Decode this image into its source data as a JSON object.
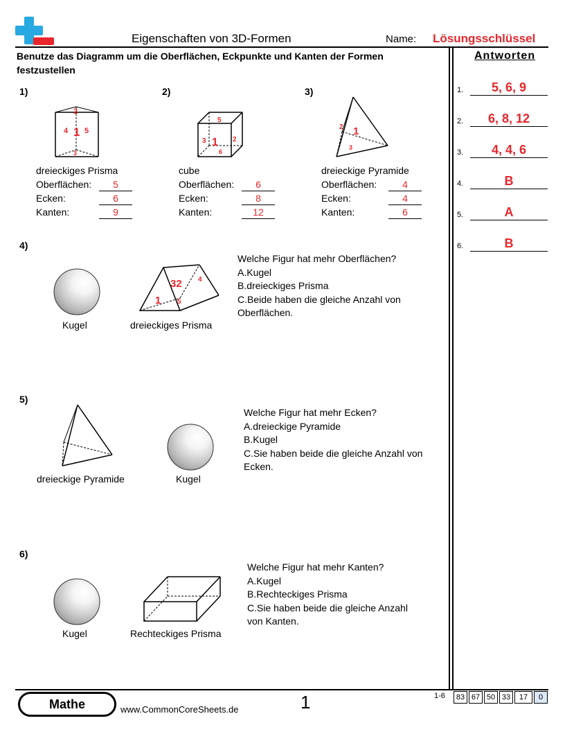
{
  "header": {
    "title": "Eigenschaften von 3D-Formen",
    "name_label": "Name:",
    "name_value": "Lösungsschlüssel"
  },
  "instructions": "Benutze das Diagramm um die Oberflächen, Eckpunkte und Kanten der Formen festzustellen",
  "problems_top": [
    {
      "num": "1)",
      "shape": "dreieckiges Prisma",
      "faces_label": "Oberflächen:",
      "faces": "5",
      "vertices_label": "Ecken:",
      "vertices": "6",
      "edges_label": "Kanten:",
      "edges": "9"
    },
    {
      "num": "2)",
      "shape": "cube",
      "faces_label": "Oberflächen:",
      "faces": "6",
      "vertices_label": "Ecken:",
      "vertices": "8",
      "edges_label": "Kanten:",
      "edges": "12"
    },
    {
      "num": "3)",
      "shape": "dreieckige Pyramide",
      "faces_label": "Oberflächen:",
      "faces": "4",
      "vertices_label": "Ecken:",
      "vertices": "4",
      "edges_label": "Kanten:",
      "edges": "6"
    }
  ],
  "problems_mc": [
    {
      "num": "4)",
      "left_shape": "Kugel",
      "right_shape": "dreieckiges Prisma",
      "question": "Welche Figur hat mehr Oberflächen?",
      "options": [
        "A.Kugel",
        "B.dreieckiges Prisma",
        "C.Beide haben die gleiche Anzahl von",
        "Oberflächen."
      ]
    },
    {
      "num": "5)",
      "left_shape": "dreieckige Pyramide",
      "right_shape": "Kugel",
      "question": "Welche Figur hat mehr Ecken?",
      "options": [
        "A.dreieckige Pyramide",
        "B.Kugel",
        "C.Sie haben beide die gleiche Anzahl von",
        "Ecken."
      ]
    },
    {
      "num": "6)",
      "left_shape": "Kugel",
      "right_shape": "Rechteckiges Prisma",
      "question": "Welche Figur hat mehr Kanten?",
      "options": [
        "A.Kugel",
        "B.Rechteckiges Prisma",
        "C.Sie haben beide die gleiche Anzahl",
        "von Kanten."
      ]
    }
  ],
  "answers": {
    "header": "Antworten",
    "items": [
      {
        "num": "1.",
        "value": "5, 6, 9"
      },
      {
        "num": "2.",
        "value": "6, 8, 12"
      },
      {
        "num": "3.",
        "value": "4, 4, 6"
      },
      {
        "num": "4.",
        "value": "B"
      },
      {
        "num": "5.",
        "value": "A"
      },
      {
        "num": "6.",
        "value": "B"
      }
    ]
  },
  "footer": {
    "badge": "Mathe",
    "site": "www.CommonCoreSheets.de",
    "page": "1",
    "score_label": "1-6",
    "scores": [
      "83",
      "67",
      "50",
      "33",
      "17",
      "0"
    ]
  },
  "colors": {
    "answer_red": "#e8262b",
    "logo_blue": "#29a9e1",
    "logo_red": "#e8262b",
    "score_highlight": "#dbe8f7"
  }
}
